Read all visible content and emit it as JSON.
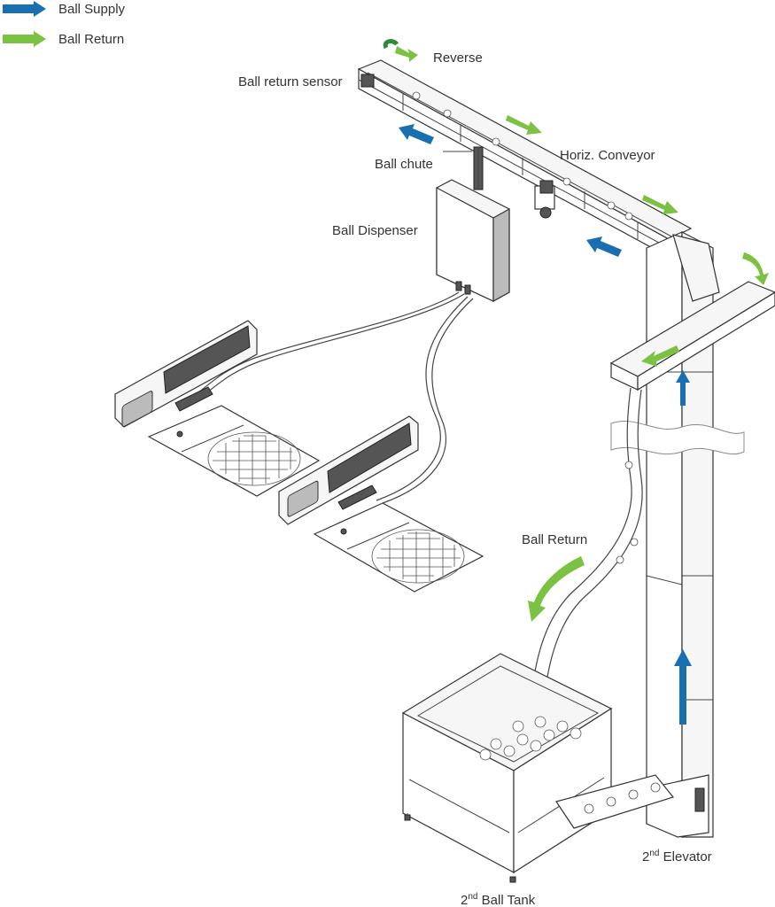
{
  "legend": {
    "supply_label": "Ball Supply",
    "return_label": "Ball Return"
  },
  "labels": {
    "reverse": "Reverse",
    "ball_return_sensor": "Ball return sensor",
    "ball_chute": "Ball chute",
    "horiz_conveyor": "Horiz. Conveyor",
    "ball_dispenser": "Ball Dispenser",
    "ball_return": "Ball Return",
    "elevator_prefix": "2",
    "elevator_sup": "nd",
    "elevator_suffix": " Elevator",
    "tank_prefix": "2",
    "tank_sup": "nd",
    "tank_suffix": " Ball Tank"
  },
  "colors": {
    "supply_arrow": "#1a6fb0",
    "return_arrow": "#7cc242",
    "reverse_arrow_dark": "#2e8b3a"
  },
  "icons": {
    "supply": "blue-arrow-icon",
    "return": "green-arrow-icon"
  }
}
